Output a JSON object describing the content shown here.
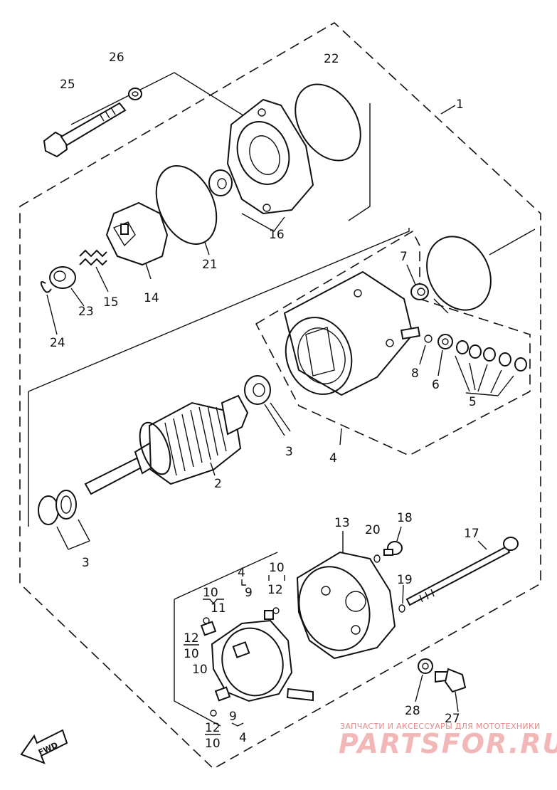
{
  "labels": {
    "l1": "1",
    "l2": "2",
    "l3a": "3",
    "l3b": "3",
    "l4": "4",
    "l5": "5",
    "l6": "6",
    "l7": "7",
    "l8": "8",
    "l13": "13",
    "l14": "14",
    "l15": "15",
    "l16": "16",
    "l17": "17",
    "l18": "18",
    "l19": "19",
    "l20": "20",
    "l21": "21",
    "l22": "22",
    "l23": "23",
    "l24": "24",
    "l25": "25",
    "l26": "26",
    "l27": "27",
    "l28": "28",
    "g1_10": "10",
    "g1_11": "11",
    "g1_12": "12",
    "g1_10b": "10",
    "g2_4": "4",
    "g2_9": "9",
    "g2_10": "10",
    "g2_12": "12",
    "g3_10": "10",
    "g4_9": "9",
    "g4_12": "12",
    "g4_10": "10",
    "g4_4": "4"
  },
  "fwd_label": "FWD",
  "watermark": {
    "tagline": "ЗАПЧАСТИ И АКСЕССУАРЫ ДЛЯ МОТОТЕХНИКИ",
    "brand": "PARTSFOR.RU"
  }
}
